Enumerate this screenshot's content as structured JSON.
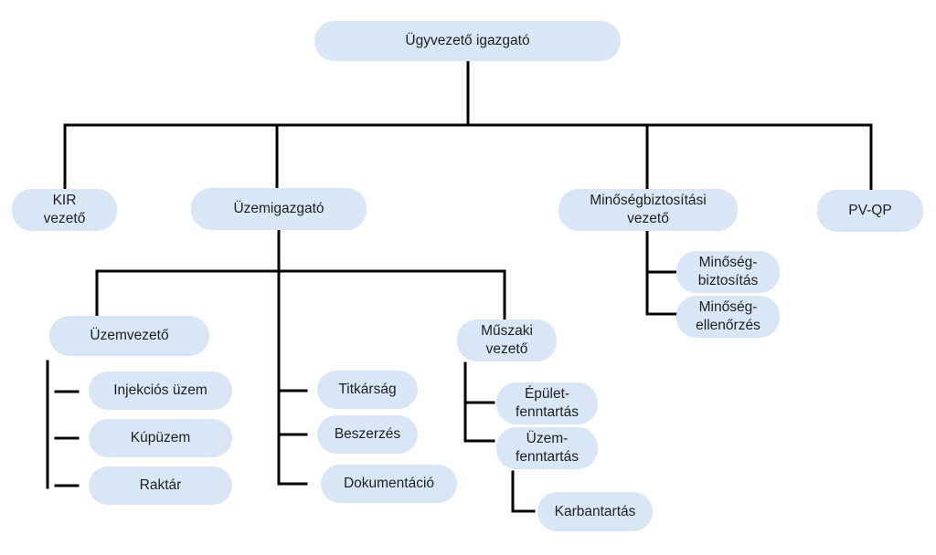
{
  "colors": {
    "node_fill": "#d9e6f5",
    "line": "#000000",
    "text": "#1f1f1f"
  },
  "nodes": {
    "ceo": {
      "lines": [
        "Ügyvezető igazgató"
      ]
    },
    "kir": {
      "lines": [
        "KIR",
        "vezető"
      ]
    },
    "plant_director": {
      "lines": [
        "Üzemigazgató"
      ]
    },
    "qa_manager": {
      "lines": [
        "Minőségbiztosítási",
        "vezető"
      ]
    },
    "pvqp": {
      "lines": [
        "PV-QP"
      ]
    },
    "qa": {
      "lines": [
        "Minőség-",
        "biztosítás"
      ]
    },
    "qc": {
      "lines": [
        "Minőség-",
        "ellenőrzés"
      ]
    },
    "plant_manager": {
      "lines": [
        "Üzemvezető"
      ]
    },
    "injection": {
      "lines": [
        "Injekciós üzem"
      ]
    },
    "cone": {
      "lines": [
        "Kúpüzem"
      ]
    },
    "warehouse": {
      "lines": [
        "Raktár"
      ]
    },
    "secretariat": {
      "lines": [
        "Titkárság"
      ]
    },
    "procurement": {
      "lines": [
        "Beszerzés"
      ]
    },
    "documentation": {
      "lines": [
        "Dokumentáció"
      ]
    },
    "technical_manager": {
      "lines": [
        "Műszaki",
        "vezető"
      ]
    },
    "building_maintenance": {
      "lines": [
        "Épület-",
        "fenntartás"
      ]
    },
    "plant_maintenance": {
      "lines": [
        "Üzem-",
        "fenntartás"
      ]
    },
    "maintenance": {
      "lines": [
        "Karbantartás"
      ]
    }
  }
}
